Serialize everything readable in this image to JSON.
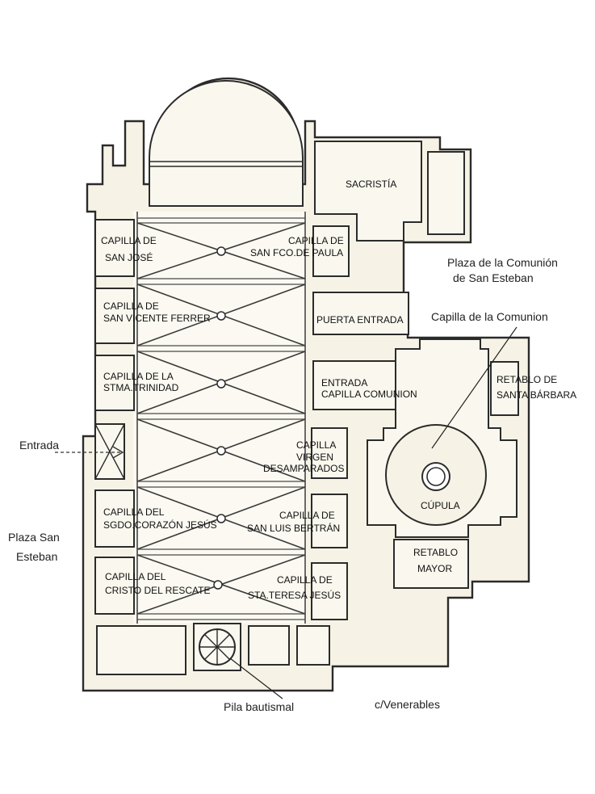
{
  "labels": {
    "sacristia": "SACRISTÍA",
    "cap_san_jose_1": "CAPILLA DE",
    "cap_san_jose_2": "SAN JOSÉ",
    "cap_fco_paula_1": "CAPILLA DE",
    "cap_fco_paula_2": "SAN FCO.DE PAULA",
    "cap_vicente_1": "CAPILLA DE",
    "cap_vicente_2": "SAN VICENTE FERRER",
    "puerta_entrada": "PUERTA ENTRADA",
    "cap_trinidad_1": "CAPILLA DE LA",
    "cap_trinidad_2": "STMA.TRINIDAD",
    "entrada_cap_comunion_1": "ENTRADA",
    "entrada_cap_comunion_2": "CAPILLA COMUNION",
    "retablo_barbara_1": "RETABLO DE",
    "retablo_barbara_2": "SANTA BÁRBARA",
    "cap_virgen_1": "CAPILLA",
    "cap_virgen_2": "VIRGEN",
    "cap_virgen_3": "DESAMPARADOS",
    "cupula": "CÚPULA",
    "cap_corazon_1": "CAPILLA DEL",
    "cap_corazon_2": "SGDO.CORAZÓN JESÚS",
    "cap_luis_1": "CAPILLA DE",
    "cap_luis_2": "SAN LUIS BERTRÁN",
    "retablo_mayor_1": "RETABLO",
    "retablo_mayor_2": "MAYOR",
    "cap_rescate_1": "CAPILLA DEL",
    "cap_rescate_2": "CRISTO DEL RESCATE",
    "cap_teresa_1": "CAPILLA DE",
    "cap_teresa_2": "STA.TERESA JESÚS"
  },
  "outside": {
    "plaza_comunion_1": "Plaza de la Comunión",
    "plaza_comunion_2": "de San Esteban",
    "capilla_comunion": "Capilla de la Comunion",
    "entrada": "Entrada",
    "plaza_san_esteban_1": "Plaza San",
    "plaza_san_esteban_2": "Esteban",
    "pila": "Pila bautismal",
    "calle": "c/Venerables"
  }
}
